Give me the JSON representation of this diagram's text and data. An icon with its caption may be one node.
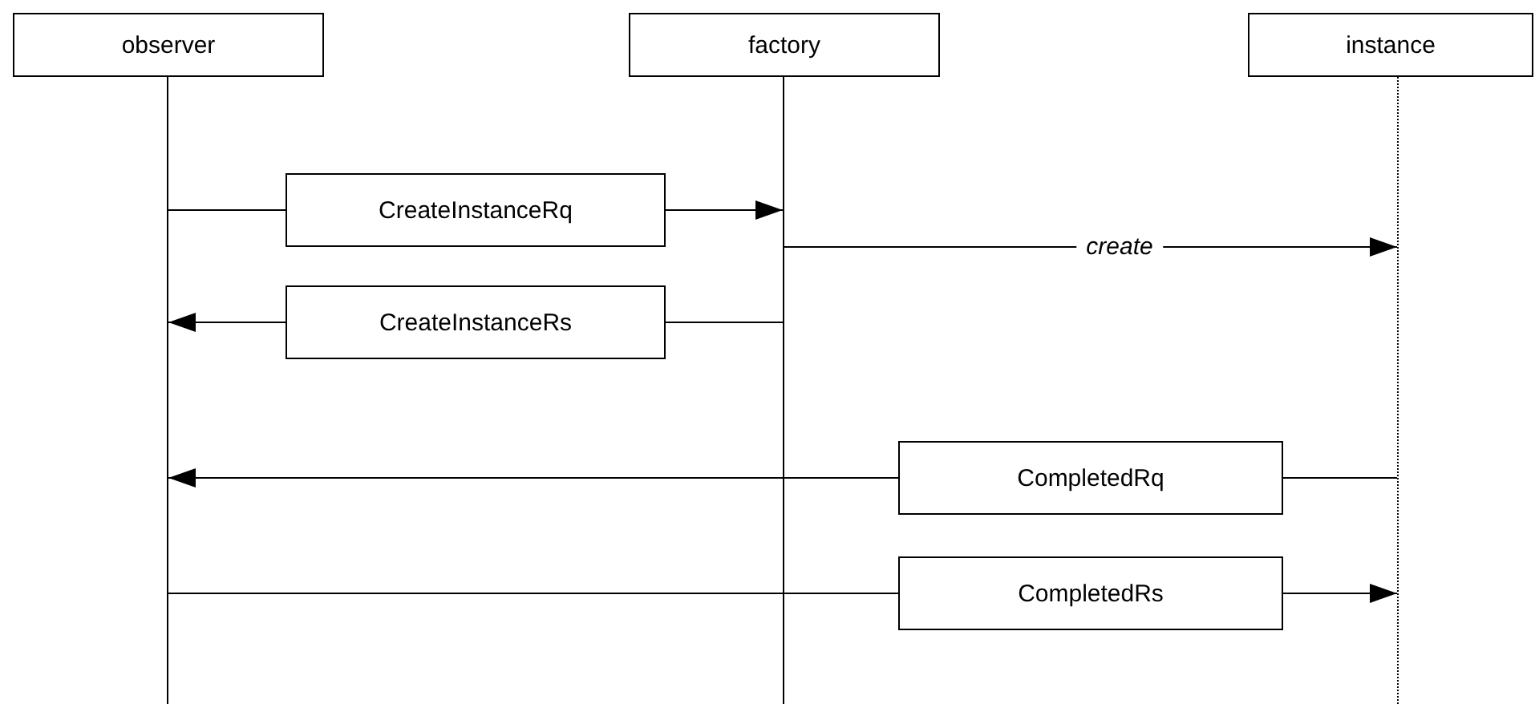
{
  "diagram": {
    "nodes": [
      {
        "text": [
          "observer"
        ]
      },
      {
        "text": [
          "factory"
        ]
      },
      {
        "text": [
          "instance"
        ]
      },
      {
        "text": [],
        "shape": "bar"
      },
      {
        "text": [],
        "shape": "bar"
      },
      {
        "text": [],
        "shape": "bar"
      },
      {
        "text": [
          "CreateInstanceRq"
        ]
      },
      {
        "text": [
          "CreateInstanceRs"
        ]
      },
      {
        "text": [
          "CompletedRq"
        ]
      },
      {
        "text": [
          "CompletedRs"
        ]
      }
    ],
    "edges": [
      {
        "from": 3,
        "to": 6,
        "arrow": "none"
      },
      {
        "from": 6,
        "to": 4,
        "arrow": "to"
      },
      {
        "from": 4,
        "to": 5,
        "arrow": "to",
        "label": "create"
      },
      {
        "from": 4,
        "to": 7,
        "arrow": "none"
      },
      {
        "from": 7,
        "to": 3,
        "arrow": "to"
      },
      {
        "from": 5,
        "to": 8,
        "arrow": "none"
      },
      {
        "from": 8,
        "to": 3,
        "arrow": "to"
      },
      {
        "from": 3,
        "to": 9,
        "arrow": "none"
      },
      {
        "from": 9,
        "to": 5,
        "arrow": "to"
      }
    ]
  }
}
